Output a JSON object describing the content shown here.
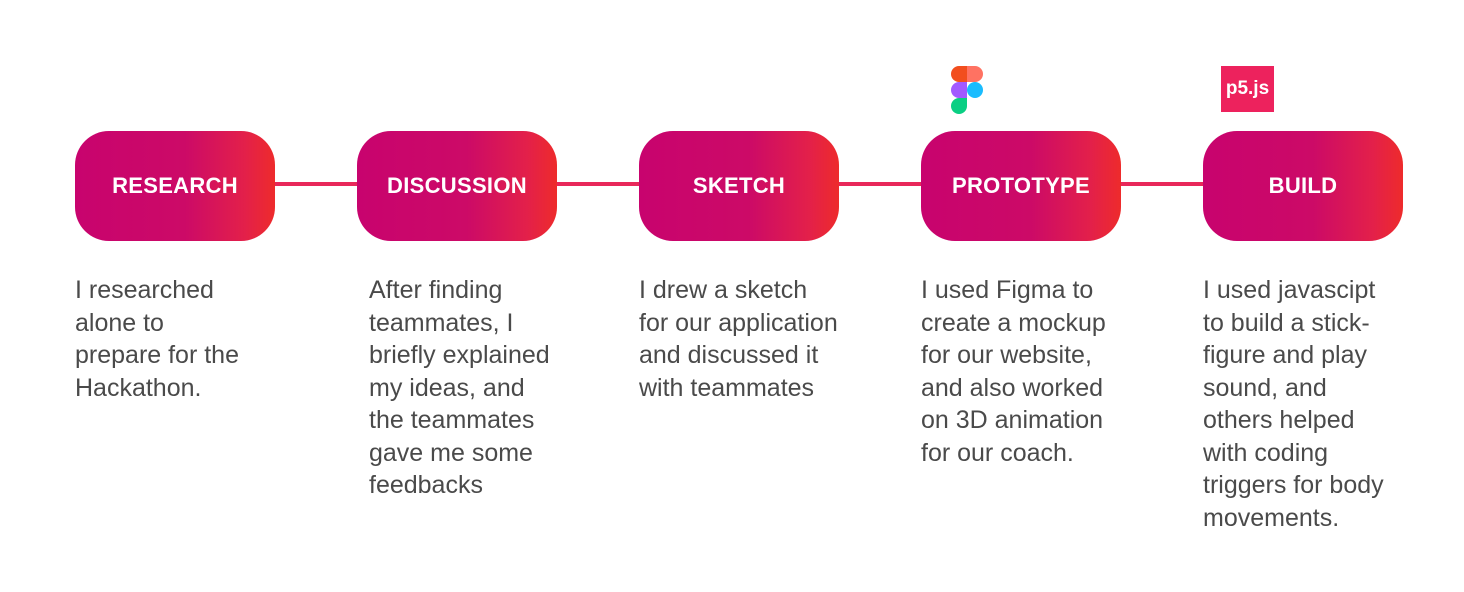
{
  "steps": [
    {
      "label": "RESEARCH",
      "description": "I researched\nalone to\nprepare for the\nHackathon."
    },
    {
      "label": "DISCUSSION",
      "description": "After finding\nteammates, I\nbriefly explained\nmy ideas, and\nthe teammates\ngave me some\nfeedbacks"
    },
    {
      "label": "SKETCH",
      "description": "I drew a sketch\nfor our application\nand discussed it\nwith teammates"
    },
    {
      "label": "PROTOTYPE",
      "description": "I used Figma to\ncreate a mockup\nfor our website,\nand also worked\non 3D animation\nfor our coach."
    },
    {
      "label": "BUILD",
      "description": "I used javascipt\nto build a stick-\nfigure and play\nsound, and\nothers helped\nwith coding\ntriggers for body\nmovements."
    }
  ],
  "logos": {
    "figma": {
      "icon": "figma-logo"
    },
    "p5": {
      "icon": "p5js-logo",
      "text": "p5.js"
    }
  },
  "colors": {
    "gradient_start": "#c8036e",
    "gradient_end": "#ee2b2b",
    "connector": "#e8285a",
    "text": "#4a4a4a"
  }
}
